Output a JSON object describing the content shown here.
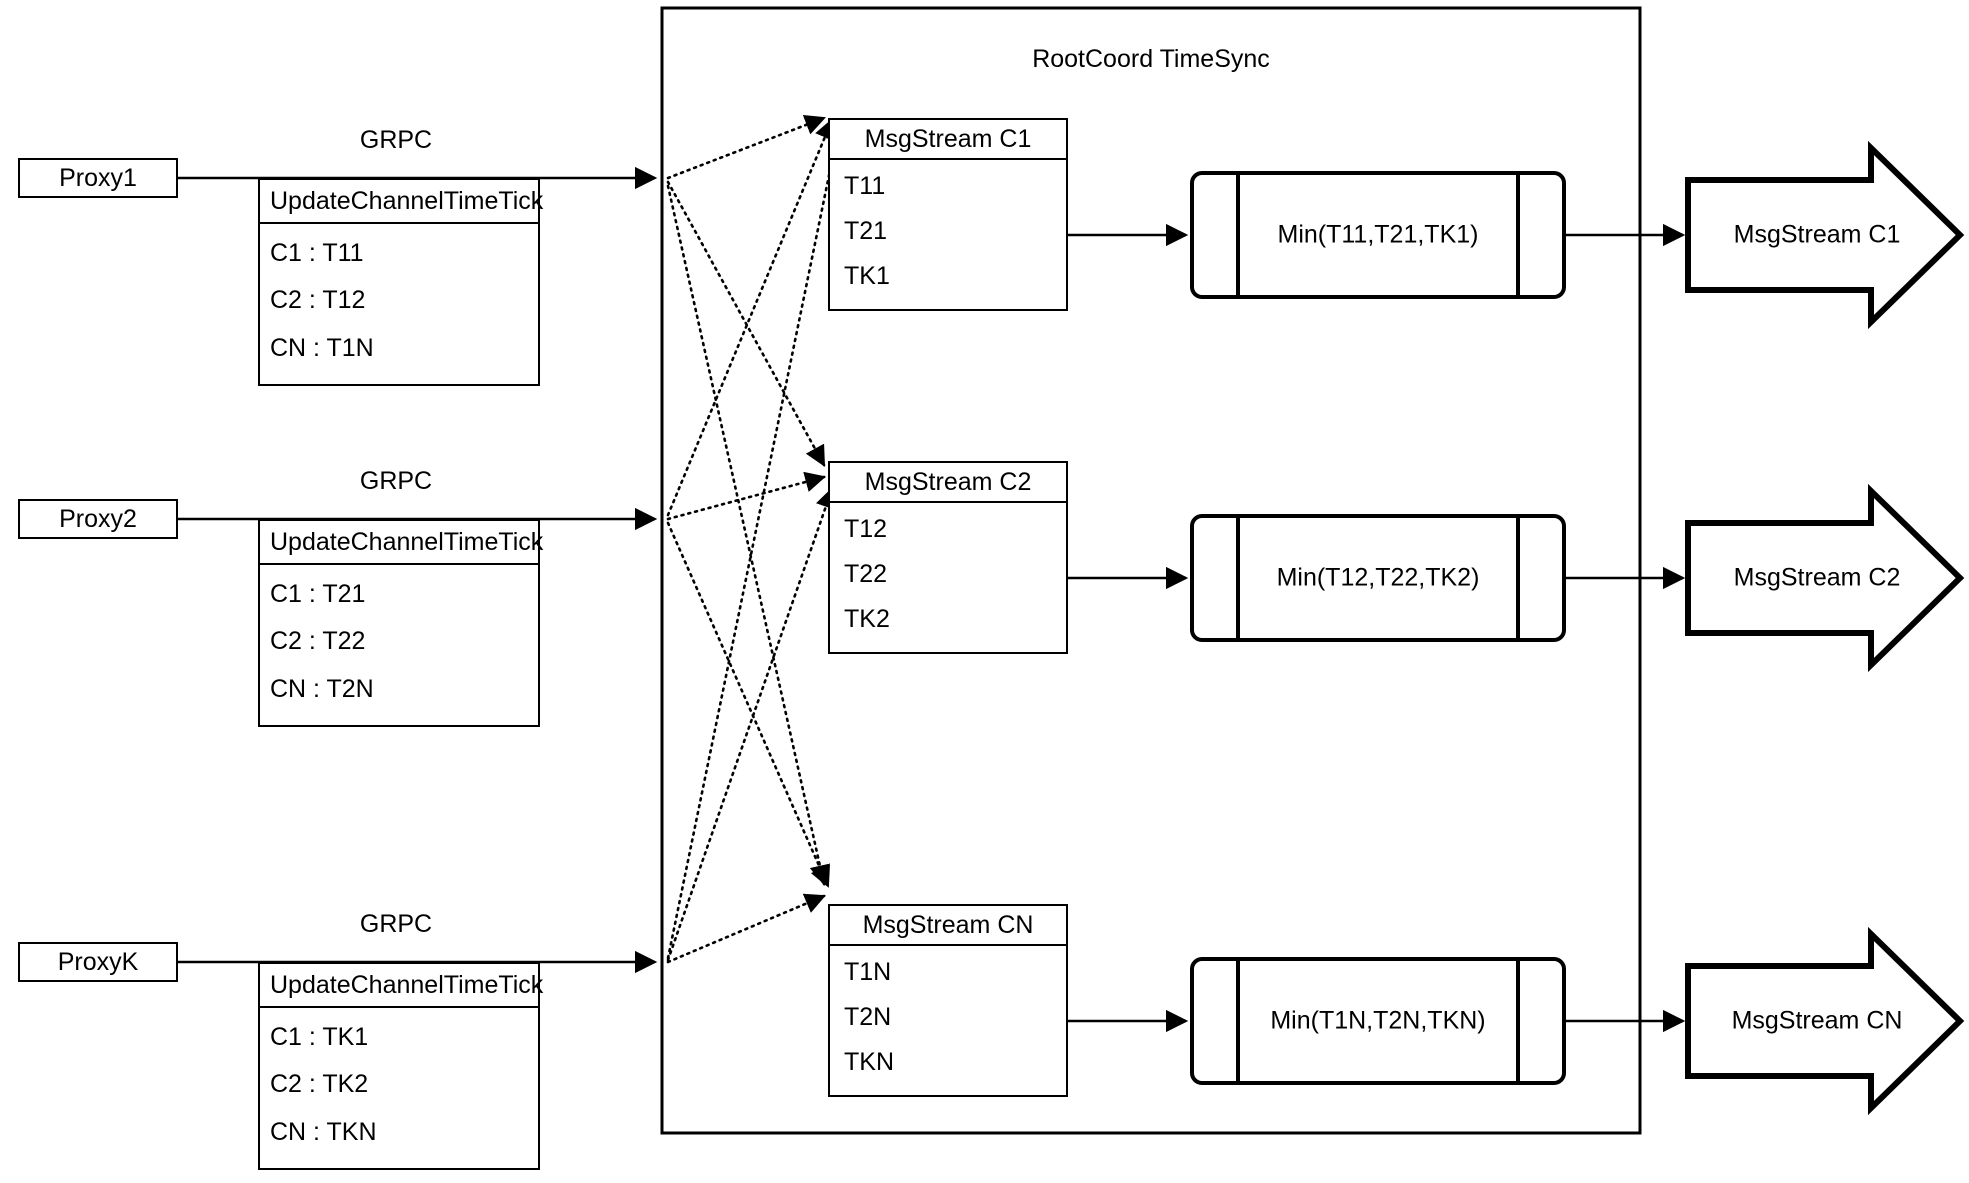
{
  "diagram": {
    "container": {
      "title": "RootCoord TimeSync"
    },
    "proxies": [
      {
        "name": "Proxy1",
        "link_label": "GRPC",
        "table": {
          "header": "UpdateChannelTimeTick",
          "rows": [
            "C1 :  T11",
            "C2 :  T12",
            "CN : T1N"
          ]
        }
      },
      {
        "name": "Proxy2",
        "link_label": "GRPC",
        "table": {
          "header": "UpdateChannelTimeTick",
          "rows": [
            "C1 :  T21",
            "C2 :  T22",
            "CN : T2N"
          ]
        }
      },
      {
        "name": "ProxyK",
        "link_label": "GRPC",
        "table": {
          "header": "UpdateChannelTimeTick",
          "rows": [
            "C1 :  TK1",
            "C2 :  TK2",
            "CN : TKN"
          ]
        }
      }
    ],
    "channels": [
      {
        "stream": {
          "header": "MsgStream C1",
          "rows": [
            "T11",
            "T21",
            "TK1"
          ]
        },
        "min": "Min(T11,T21,TK1)",
        "output": "MsgStream C1"
      },
      {
        "stream": {
          "header": "MsgStream C2",
          "rows": [
            "T12",
            "T22",
            "TK2"
          ]
        },
        "min": "Min(T12,T22,TK2)",
        "output": "MsgStream C2"
      },
      {
        "stream": {
          "header": "MsgStream CN",
          "rows": [
            "T1N",
            "T2N",
            "TKN"
          ]
        },
        "min": "Min(T1N,T2N,TKN)",
        "output": "MsgStream CN"
      }
    ],
    "colors": {
      "stroke": "#000000",
      "background": "#ffffff"
    }
  }
}
